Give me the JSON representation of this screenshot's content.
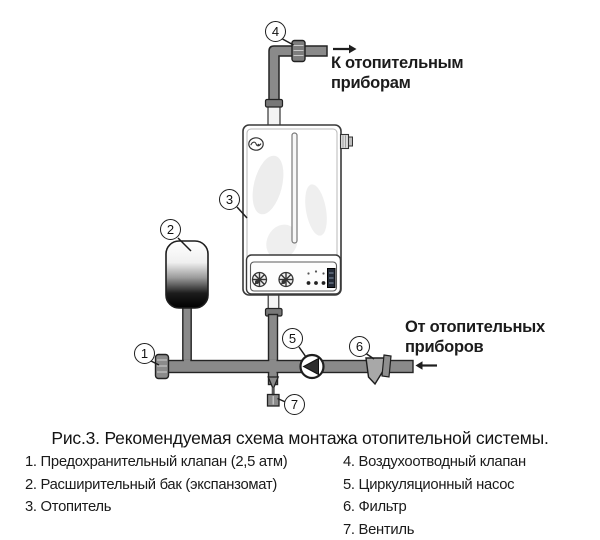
{
  "caption": "Рис.3. Рекомендуемая схема монтажа отопительной системы.",
  "diagram": {
    "labels": {
      "to_heaters": [
        "К отопительным",
        "приборам"
      ],
      "from_heaters": [
        "От отопительных",
        "приборов"
      ]
    },
    "callouts": [
      {
        "number": "1"
      },
      {
        "number": "2"
      },
      {
        "number": "3"
      },
      {
        "number": "4"
      },
      {
        "number": "5"
      },
      {
        "number": "6"
      },
      {
        "number": "7"
      }
    ]
  },
  "legend": {
    "left": [
      "1. Предохранительный клапан (2,5 атм)",
      "2. Расширительный бак (экспанзомат)",
      "3. Отопитель"
    ],
    "right": [
      "4. Воздухоотводный клапан",
      "5. Циркуляционный насос",
      "6. Фильтр",
      "7. Вентиль"
    ]
  },
  "colors": {
    "pipe_fill": "#8a8a8a",
    "pipe_outline": "#242424",
    "tank_top": "#ffffff",
    "tank_bottom": "#000000",
    "text": "#1a1a1a"
  }
}
